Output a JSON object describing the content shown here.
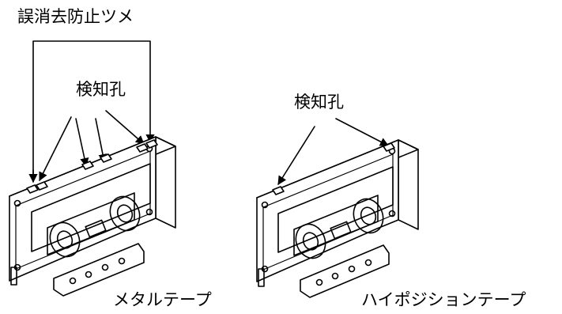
{
  "labels": {
    "tab_label": "誤消去防止ツメ",
    "left_hole_label": "検知孔",
    "right_hole_label": "検知孔",
    "metal_caption": "メタルテープ",
    "highpos_caption": "ハイポジションテープ"
  },
  "colors": {
    "ink": "#000000",
    "paper": "#ffffff"
  }
}
